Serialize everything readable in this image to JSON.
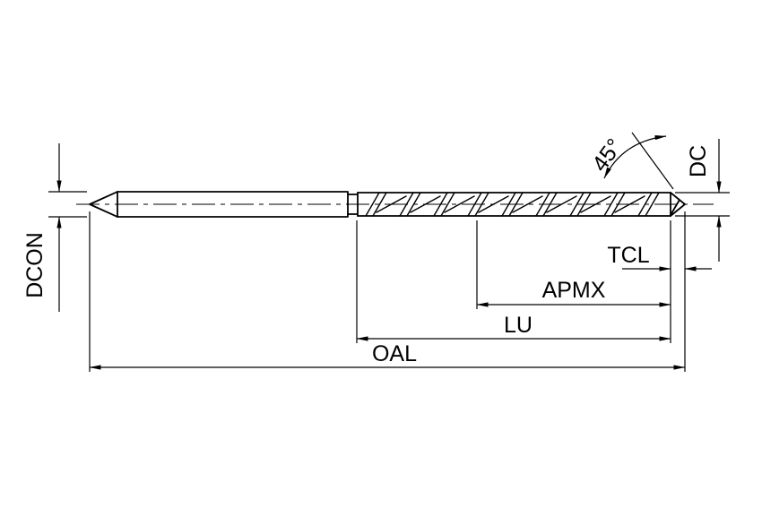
{
  "diagram": {
    "labels": {
      "dcon": "DCON",
      "oal": "OAL",
      "lu": "LU",
      "apmx": "APMX",
      "tcl": "TCL",
      "dc": "DC",
      "angle": "45°"
    },
    "colors": {
      "line": "#000000",
      "background": "#ffffff"
    }
  }
}
